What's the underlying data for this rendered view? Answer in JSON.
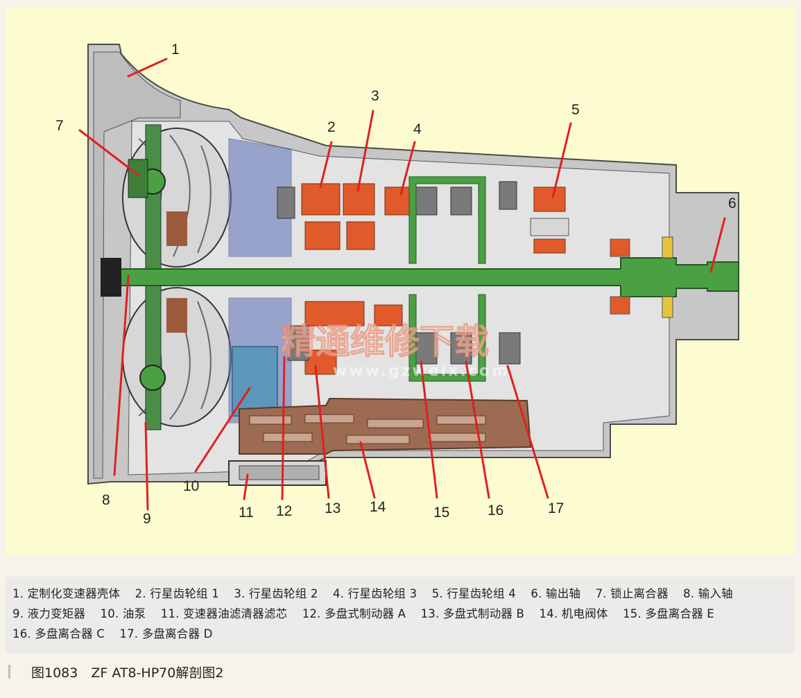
{
  "callouts": [
    "1",
    "2",
    "3",
    "4",
    "5",
    "6",
    "7",
    "8",
    "9",
    "10",
    "11",
    "12",
    "13",
    "14",
    "15",
    "16",
    "17"
  ],
  "legend": [
    "1. 定制化变速器壳体",
    "2. 行星齿轮组 1",
    "3. 行星齿轮组 2",
    "4. 行星齿轮组 3",
    "5. 行星齿轮组 4",
    "6. 输出轴",
    "7. 锁止离合器",
    "8. 输入轴",
    "9. 液力变矩器",
    "10. 油泵",
    "11. 变速器油滤清器滤芯",
    "12. 多盘式制动器 A",
    "13. 多盘式制动器 B",
    "14. 机电阀体",
    "15. 多盘离合器 E",
    "16. 多盘离合器 C",
    "17. 多盘离合器 D"
  ],
  "caption": "图1083　ZF AT8-HP70解剖图2",
  "watermark": {
    "chinese": "精通维修下载",
    "url": "www.gzweix.com"
  },
  "colors": {
    "panel": "#fdfbd0",
    "housing": "#c7c7c7",
    "shaft": "#4aa043",
    "planetary": "#e05a2b",
    "pump": "#5fc7c0",
    "valve_body": "#9c6b52",
    "callout_line": "#e02020"
  }
}
